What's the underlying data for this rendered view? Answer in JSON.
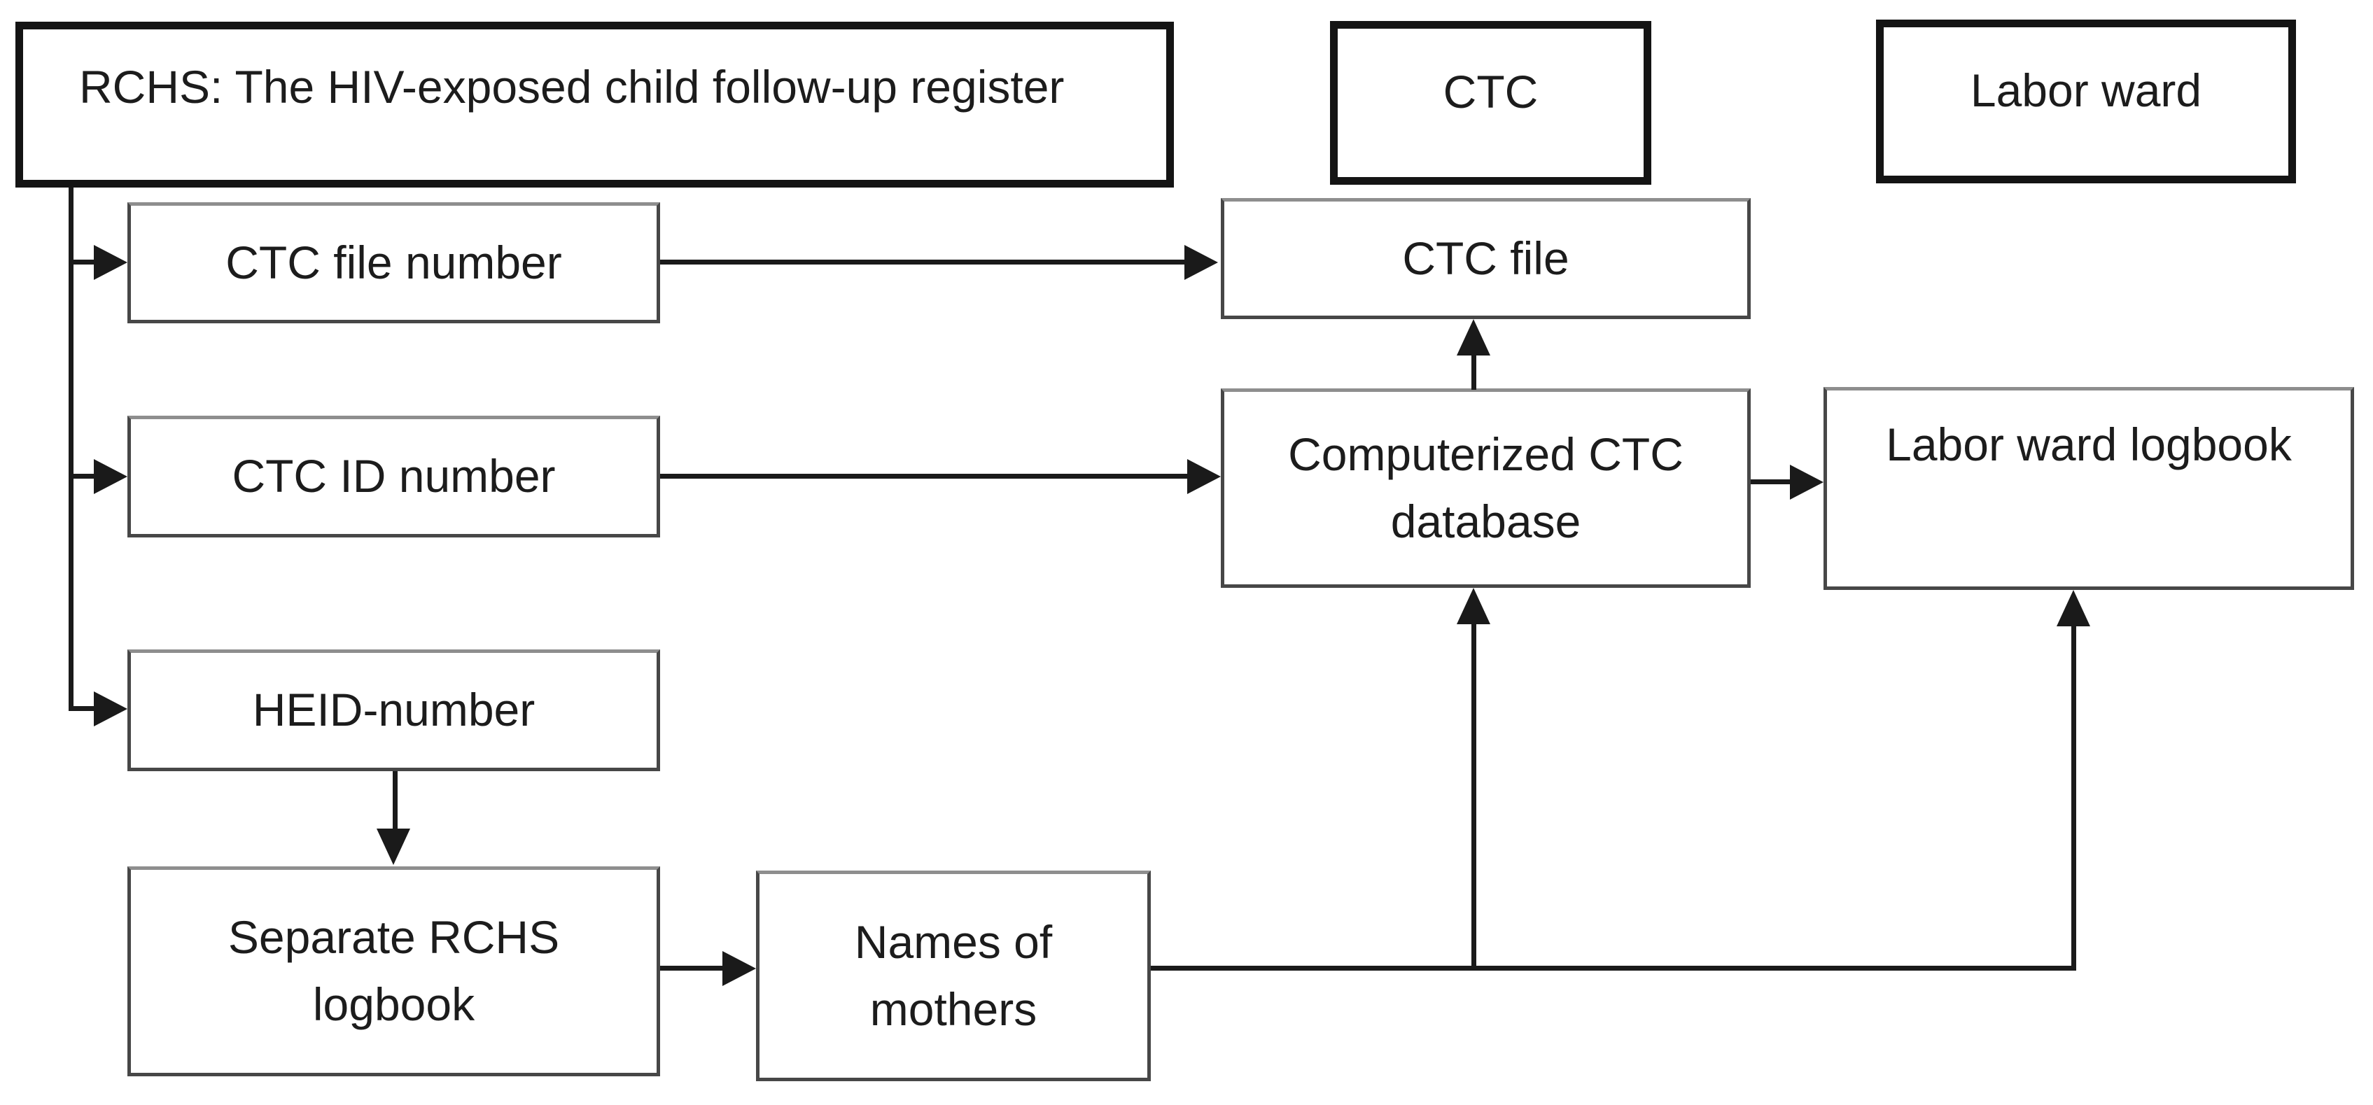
{
  "diagram_title": "RCHS HIV-exposed child linkage flowchart",
  "colors": {
    "background": "#ffffff",
    "text": "#1c1c1c",
    "thick_border": "#141414",
    "thin_border": "#474747",
    "thin_border_top": "#8e8e8e",
    "line": "#1a1a1a"
  },
  "nodes": {
    "rchs_register": "RCHS: The HIV-exposed child follow-up register",
    "ctc": "CTC",
    "labor_ward": "Labor ward",
    "ctc_file_number": "CTC file number",
    "ctc_file": "CTC file",
    "ctc_id_number": "CTC ID number",
    "computerized_ctc_database": "Computerized CTC\ndatabase",
    "labor_ward_logbook": "Labor ward logbook",
    "heid_number": "HEID-number",
    "separate_rchs_logbook": "Separate RCHS\nlogbook",
    "names_of_mothers": "Names of\nmothers"
  },
  "edges": [
    {
      "from": "rchs_register",
      "to": "ctc_file_number"
    },
    {
      "from": "rchs_register",
      "to": "ctc_id_number"
    },
    {
      "from": "rchs_register",
      "to": "heid_number"
    },
    {
      "from": "ctc_file_number",
      "to": "ctc_file"
    },
    {
      "from": "ctc_id_number",
      "to": "computerized_ctc_database"
    },
    {
      "from": "computerized_ctc_database",
      "to": "ctc_file"
    },
    {
      "from": "computerized_ctc_database",
      "to": "labor_ward_logbook"
    },
    {
      "from": "heid_number",
      "to": "separate_rchs_logbook"
    },
    {
      "from": "separate_rchs_logbook",
      "to": "names_of_mothers"
    },
    {
      "from": "names_of_mothers",
      "to": "computerized_ctc_database"
    },
    {
      "from": "names_of_mothers",
      "to": "labor_ward_logbook"
    }
  ]
}
